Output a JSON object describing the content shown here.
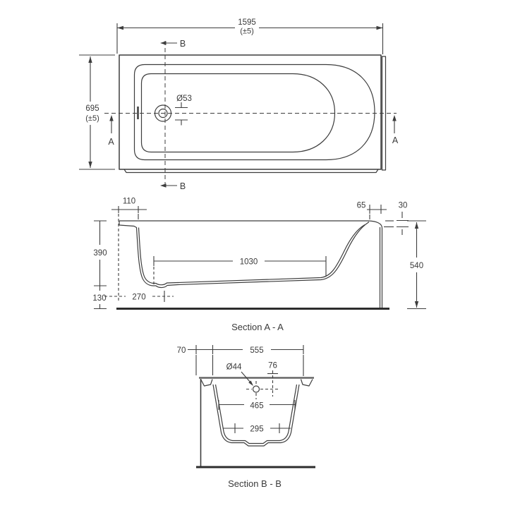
{
  "plan_view": {
    "length": {
      "value": "1595",
      "tolerance": "(±5)"
    },
    "width": {
      "value": "695",
      "tolerance": "(±5)"
    },
    "drain_diameter": "Ø53",
    "section_a_marker": "A",
    "section_b_marker": "B"
  },
  "section_aa": {
    "label": "Section A - A",
    "rim_width_head": "110",
    "inner_depth": "390",
    "base_height": "130",
    "drain_from_edge": "270",
    "flat_bottom_length": "1030",
    "rim_width_foot": "65",
    "rim_drop": "30",
    "overall_height": "540"
  },
  "section_bb": {
    "label": "Section B - B",
    "rim_width_side": "70",
    "top_inner_width": "555",
    "drain_diameter": "Ø44",
    "drain_offset": "76",
    "mid_width": "465",
    "bottom_width": "295"
  },
  "colors": {
    "line": "#3d3d3d",
    "text": "#3a3a3a",
    "background": "#ffffff"
  }
}
